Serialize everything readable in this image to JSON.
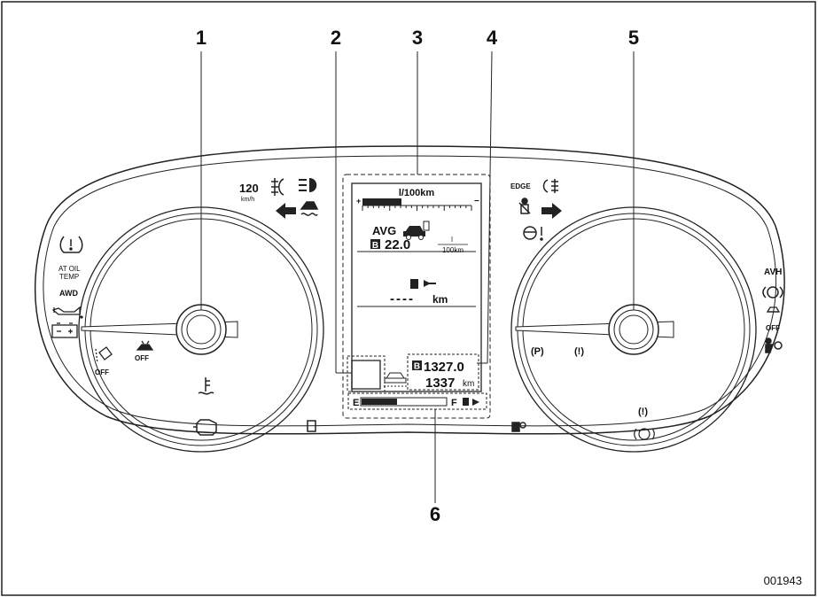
{
  "callouts": [
    "1",
    "2",
    "3",
    "4",
    "5",
    "6"
  ],
  "figure_id": "001943",
  "display": {
    "economy_unit": "l/100km",
    "gauge_plus": "+",
    "gauge_minus": "−",
    "avg_label": "AVG",
    "trip_b_letter": "B",
    "avg_value": "22.0",
    "avg_unit_num": "l",
    "avg_unit_den": "100km",
    "range_value": "----",
    "range_unit": "km",
    "trip_value": "1327.0",
    "odo_value": "1337",
    "odo_unit": "km",
    "fuel_empty": "E",
    "fuel_full": "F"
  },
  "indicators": {
    "speed_value": "120",
    "speed_unit": "km/h",
    "at_oil_temp_line1": "AT OIL",
    "at_oil_temp_line2": "TEMP",
    "awd": "AWD",
    "off": "OFF",
    "avh": "AVH",
    "parking_brake": "(P)",
    "brake_warning": "(!)",
    "eyesight": "EDGE"
  }
}
